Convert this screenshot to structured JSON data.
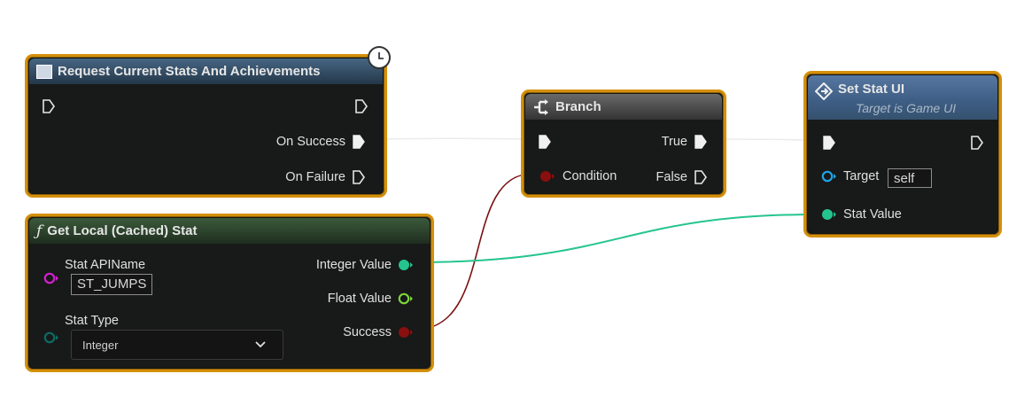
{
  "nodes": {
    "request": {
      "title": "Request Current Stats And Achievements",
      "icon": "event-node-icon",
      "pins_out": {
        "success": "On Success",
        "failure": "On Failure"
      }
    },
    "branch": {
      "title": "Branch",
      "icon": "branch-icon",
      "pins_in": {
        "condition": "Condition"
      },
      "pins_out": {
        "true_label": "True",
        "false_label": "False"
      }
    },
    "set_stat_ui": {
      "title": "Set Stat UI",
      "subtitle": "Target is Game UI",
      "icon": "function-call-icon",
      "pins_in": {
        "target": "Target",
        "target_default": "self",
        "stat_value": "Stat Value"
      }
    },
    "get_local_stat": {
      "title": "Get Local (Cached) Stat",
      "icon": "function-f-icon",
      "pins_in": {
        "stat_apiname": "Stat APIName",
        "stat_apiname_value": "ST_JUMPS",
        "stat_type": "Stat Type",
        "stat_type_value": "Integer"
      },
      "pins_out": {
        "integer_value": "Integer Value",
        "float_value": "Float Value",
        "success": "Success"
      }
    }
  },
  "colors": {
    "node_border": "#d4900a",
    "exec_wire": "#e6e6e6",
    "bool_wire": "#8a0f0f",
    "int_wire": "#25c48f",
    "float_pin": "#7cd33a",
    "string_pin": "#d41fd1",
    "object_pin": "#1ea3e8",
    "enum_pin": "#0c6b63"
  }
}
